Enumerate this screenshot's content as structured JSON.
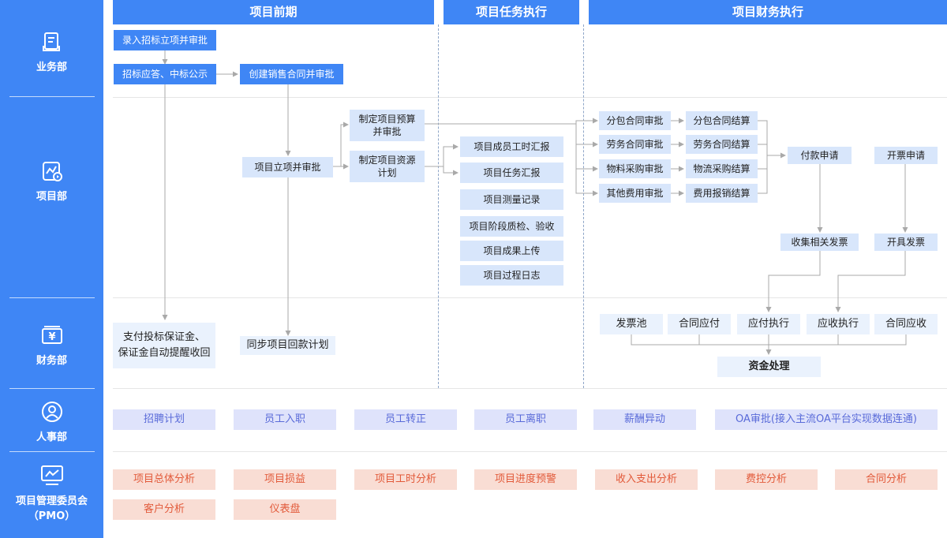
{
  "departments": {
    "business": "业务部",
    "project": "项目部",
    "finance": "财务部",
    "hr": "人事部",
    "pmo_line1": "项目管理委员会",
    "pmo_line2": "（PMO）"
  },
  "phases": {
    "early": "项目前期",
    "execution": "项目任务执行",
    "finance_exec": "项目财务执行"
  },
  "nodes": {
    "bid_entry": "录入招标立项并审批",
    "bid_response": "招标应答、中标公示",
    "sales_contract": "创建销售合同并审批",
    "project_approval": "项目立项并审批",
    "budget_line1": "制定项目预算",
    "budget_line2": "并审批",
    "resource_line1": "制定项目资源",
    "resource_line2": "计划",
    "member_hours": "项目成员工时汇报",
    "task_report": "项目任务汇报",
    "measure_record": "项目测量记录",
    "stage_check": "项目阶段质检、验收",
    "result_upload": "项目成果上传",
    "process_log": "项目过程日志",
    "sub_contract_approve": "分包合同审批",
    "labor_contract_approve": "劳务合同审批",
    "material_purchase_approve": "物料采购审批",
    "other_cost_approve": "其他费用审批",
    "sub_contract_settle": "分包合同结算",
    "labor_contract_settle": "劳务合同结算",
    "logistics_settle": "物流采购结算",
    "expense_settle": "费用报销结算",
    "payment_request": "付款申请",
    "invoice_request": "开票申请",
    "collect_invoice": "收集相关发票",
    "issue_invoice": "开具发票",
    "deposit_line1": "支付投标保证金、",
    "deposit_line2": "保证金自动提醒收回",
    "sync_payment_plan": "同步项目回款计划",
    "invoice_pool": "发票池",
    "contract_payable": "合同应付",
    "payable_exec": "应付执行",
    "receivable_exec": "应收执行",
    "contract_receivable": "合同应收",
    "fund_processing": "资金处理"
  },
  "hr_items": [
    "招聘计划",
    "员工入职",
    "员工转正",
    "员工离职",
    "薪酬异动",
    "OA审批(接入主流OA平台实现数据连通)"
  ],
  "pmo_items": [
    "项目总体分析",
    "项目损益",
    "项目工时分析",
    "项目进度预警",
    "收入支出分析",
    "费控分析",
    "合同分析",
    "客户分析",
    "仪表盘"
  ],
  "colors": {
    "primary": "#3f86f5",
    "light_box": "#d8e6fb",
    "hr_box": "#dfe3fb",
    "hr_text": "#5a6bd9",
    "pmo_box": "#f9ddd4",
    "pmo_text": "#e25a3a"
  }
}
